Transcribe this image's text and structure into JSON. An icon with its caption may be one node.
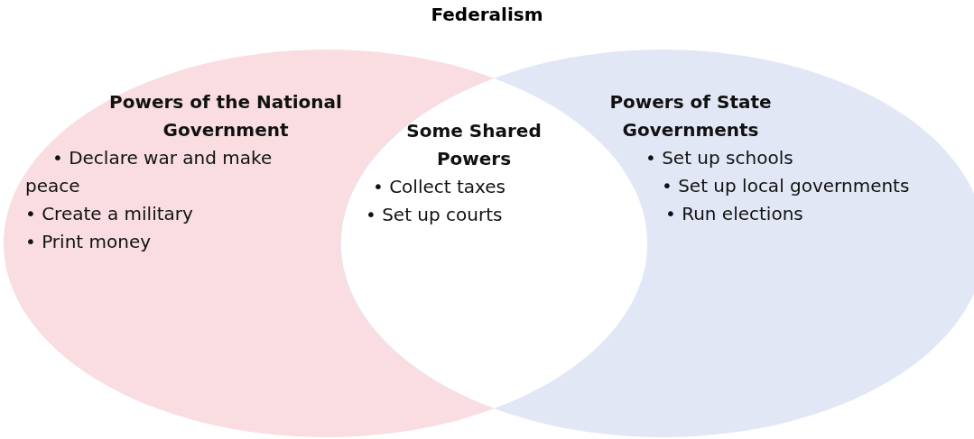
{
  "diagram": {
    "title": "Federalism",
    "nodes": [
      {
        "text": [
          "Powers of the National Government",
          "• Declare war and make peace",
          "• Create a military",
          "• Print money"
        ]
      },
      {
        "text": [
          "Powers of State Governments",
          "• Set up schools",
          "• Set up local governments",
          "• Run elections"
        ]
      },
      {
        "text": [
          "Some Shared Powers",
          "• Collect taxes",
          "• Set up courts"
        ]
      }
    ],
    "edges": []
  }
}
